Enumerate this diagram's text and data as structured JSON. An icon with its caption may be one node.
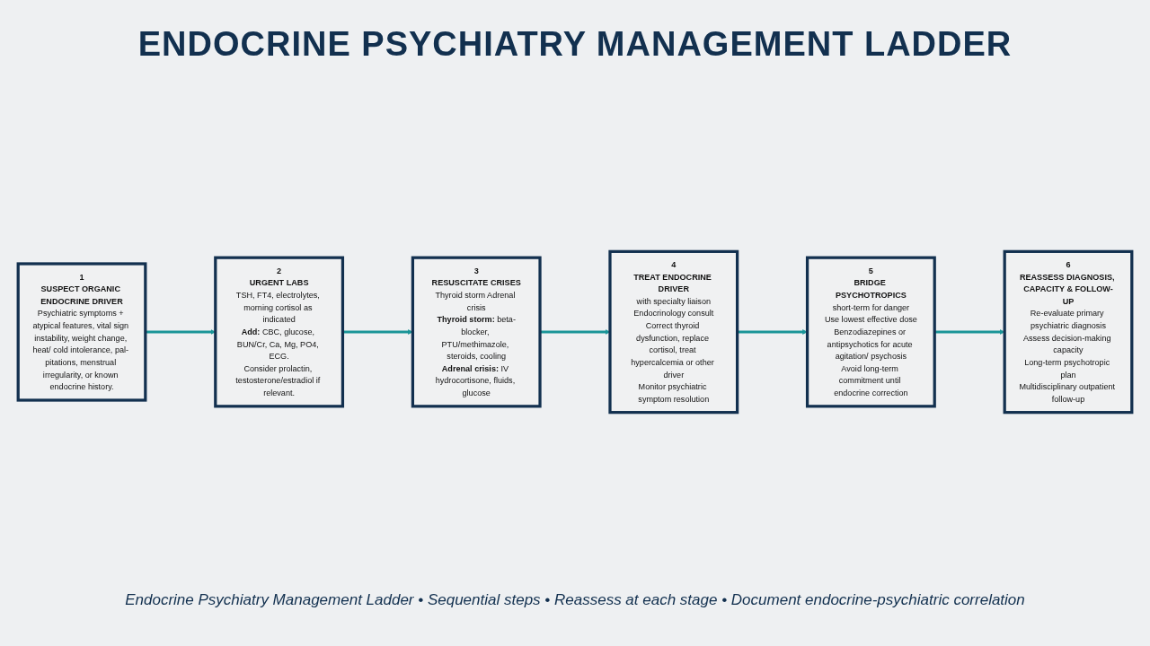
{
  "diagram": {
    "title": "ENDOCRINE PSYCHIATRY MANAGEMENT LADDER",
    "caption": "Endocrine Psychiatry Management Ladder • Sequential steps • Reassess at each stage • Document endocrine-psychiatric correlation",
    "nodes": [
      {
        "text": [
          "1",
          "SUSPECT ORGANIC ENDOCRINE DRIVER",
          "Psychiatric symptoms + atypical features, vital sign instability, weight change, heat/ cold intolerance, pal- pitations, menstrual irregularity, or known endocrine history."
        ]
      },
      {
        "text": [
          "2",
          "URGENT LABS",
          "TSH, FT4, electrolytes, morning cortisol as indicated",
          "**Add:** CBC, glucose, BUN/Cr, Ca, Mg, PO4, ECG.",
          "Consider prolactin, testosterone/estradiol if relevant."
        ]
      },
      {
        "text": [
          "3",
          "RESUSCITATE CRISES",
          "Thyroid storm Adrenal crisis",
          "**Thyroid storm:** beta-blocker, PTU/methimazole, steroids, cooling",
          "**Adrenal crisis:** IV hydrocortisone, fluids, glucose"
        ]
      },
      {
        "text": [
          "4",
          "TREAT ENDOCRINE DRIVER",
          "with specialty liaison",
          "Endocrinology consult",
          "Correct thyroid dysfunction, replace cortisol, treat hypercalcemia or other driver",
          "Monitor psychiatric symptom resolution"
        ]
      },
      {
        "text": [
          "5",
          "BRIDGE PSYCHOTROPICS",
          "short-term for danger",
          "Use lowest effective dose",
          "Benzodiazepines or antipsychotics for acute agitation/ psychosis",
          "Avoid long-term commitment until endocrine correction"
        ]
      },
      {
        "text": [
          "6",
          "REASSESS DIAGNOSIS, CAPACITY & FOLLOW-UP",
          "Re-evaluate primary psychiatric diagnosis",
          "Assess decision-making capacity",
          "Long-term psychotropic plan",
          "Multidisciplinary outpatient follow-up"
        ]
      }
    ],
    "edges": [
      {
        "from": 0,
        "to": 1,
        "arrow": "to"
      },
      {
        "from": 1,
        "to": 2,
        "arrow": "to"
      },
      {
        "from": 2,
        "to": 3,
        "arrow": "to"
      },
      {
        "from": 3,
        "to": 4,
        "arrow": "to"
      },
      {
        "from": 4,
        "to": 5,
        "arrow": "to"
      }
    ]
  }
}
